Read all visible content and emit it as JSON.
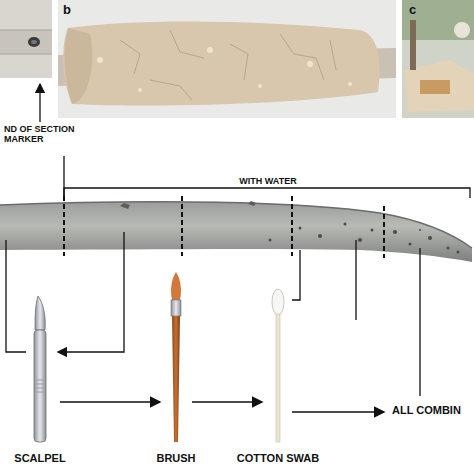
{
  "diagram": {
    "labels": [
      "ND OF SECTION MARKER",
      "b",
      "c",
      "WITH WATER",
      "SCALPEL",
      "BRUSH",
      "COTTON SWAB",
      "ALL COMBIN"
    ]
  }
}
